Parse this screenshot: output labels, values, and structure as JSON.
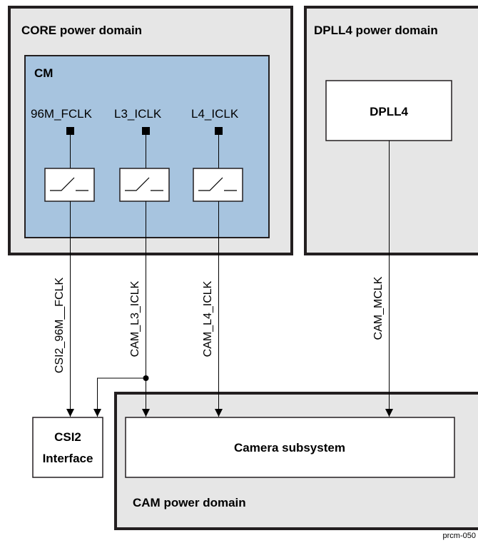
{
  "domains": {
    "core": "CORE power domain",
    "dpll4": "DPLL4 power domain",
    "cam": "CAM power domain"
  },
  "cm": {
    "label": "CM",
    "clocks": [
      "96M_FCLK",
      "L3_ICLK",
      "L4_ICLK"
    ]
  },
  "blocks": {
    "dpll4": "DPLL4",
    "csi2_line1": "CSI2",
    "csi2_line2": "Interface",
    "camera": "Camera subsystem"
  },
  "signals": {
    "csi2_fclk": "CSI2_96M__FCLK",
    "cam_l3": "CAM_L3_ICLK",
    "cam_l4": "CAM_L4_ICLK",
    "cam_mclk": "CAM_MCLK"
  },
  "figure_id": "prcm-050",
  "colors": {
    "cm_fill": "#a7c4df",
    "domain_fill": "#e6e6e6"
  }
}
